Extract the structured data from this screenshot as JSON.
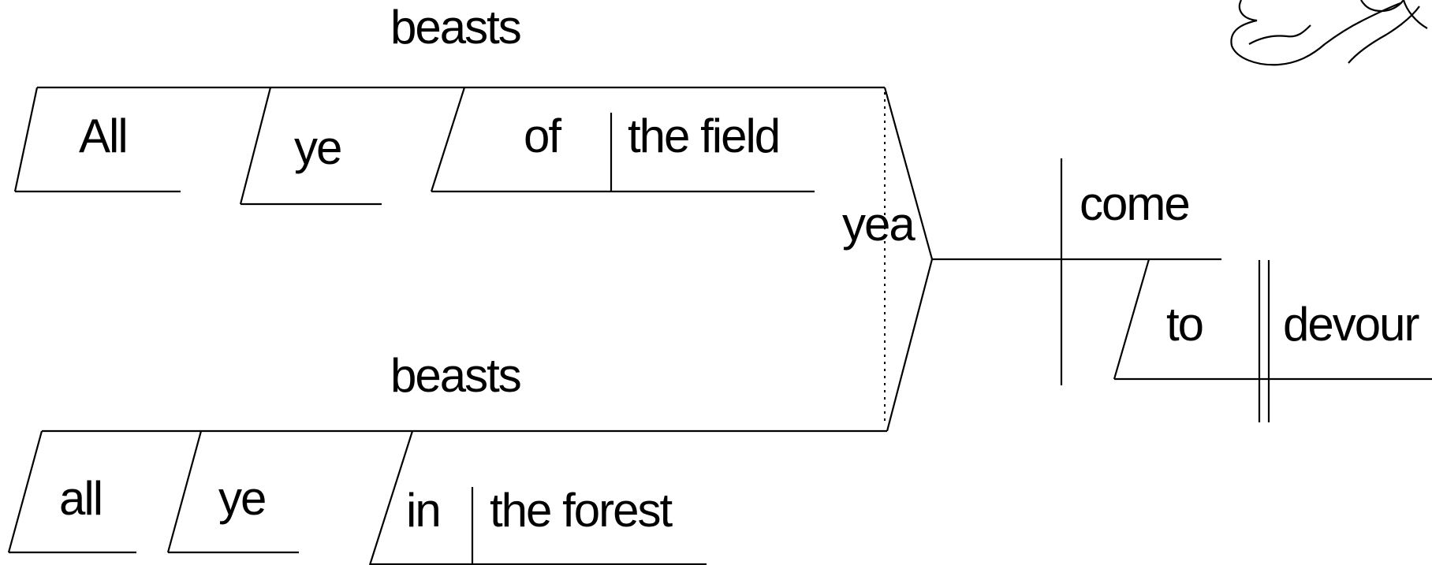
{
  "diagram": {
    "kind": "sentence-diagram",
    "subjects": [
      {
        "head": "beasts",
        "modifiers": [
          "All",
          "ye"
        ],
        "phrase": {
          "preposition": "of",
          "object": "the field"
        }
      },
      {
        "head": "beasts",
        "modifiers": [
          "all",
          "ye"
        ],
        "phrase": {
          "preposition": "in",
          "object": "the forest"
        }
      }
    ],
    "conjunction": "yea",
    "verb": "come",
    "infinitive": {
      "marker": "to",
      "verb": "devour"
    }
  }
}
